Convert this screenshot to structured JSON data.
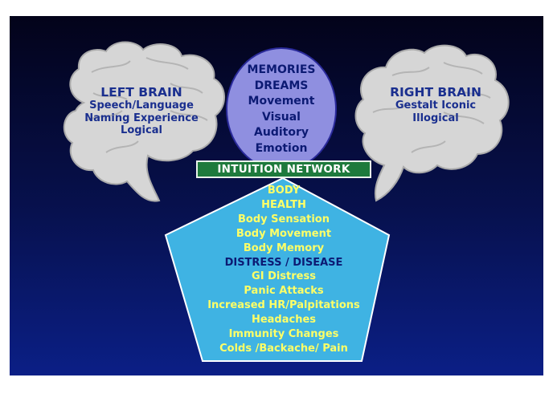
{
  "left_brain": {
    "title": "LEFT BRAIN",
    "lines": [
      "Speech/Language",
      "Naming Experience",
      "Logical"
    ]
  },
  "right_brain": {
    "title": "RIGHT BRAIN",
    "lines": [
      "Gestalt Iconic",
      "Illogical"
    ]
  },
  "center_oval": {
    "lines": [
      "MEMORIES",
      "DREAMS",
      "Movement",
      "Visual",
      "Auditory",
      "Emotion"
    ]
  },
  "banner": {
    "label": "INTUITION NETWORK"
  },
  "pentagon": {
    "body_heading": "BODY",
    "health_heading": "HEALTH",
    "body_items": [
      "Body Sensation",
      "Body Movement",
      "Body Memory"
    ],
    "distress_heading": "DISTRESS / DISEASE",
    "distress_items": [
      "GI Distress",
      "Panic Attacks",
      "Increased HR/Palpitations",
      "Headaches",
      "Immunity Changes",
      "Colds /Backache/ Pain"
    ]
  },
  "colors": {
    "background": "#07114f",
    "brain_fill": "#d6d6d6",
    "oval_fill": "#8f8fe0",
    "banner_fill": "#1e7a3c",
    "pentagon_fill": "#3fb3e3",
    "heading_text": "#1a2f8f",
    "pentagon_text": "#ffff66"
  }
}
